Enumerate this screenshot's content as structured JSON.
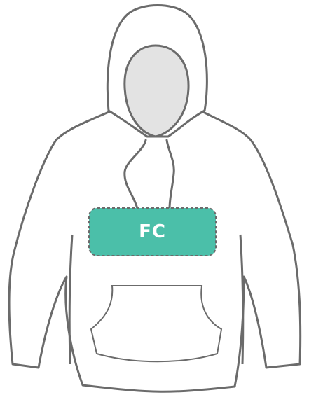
{
  "product": {
    "name_icon": "hoodie-outline",
    "outline_color": "#6b6b6b",
    "body_fill": "#ffffff",
    "face_fill": "#e3e3e3"
  },
  "print_area": {
    "label": "FC",
    "fill_color": "#4bbfa9",
    "border_color": "#6b6b6b",
    "border_style": "dashed"
  }
}
